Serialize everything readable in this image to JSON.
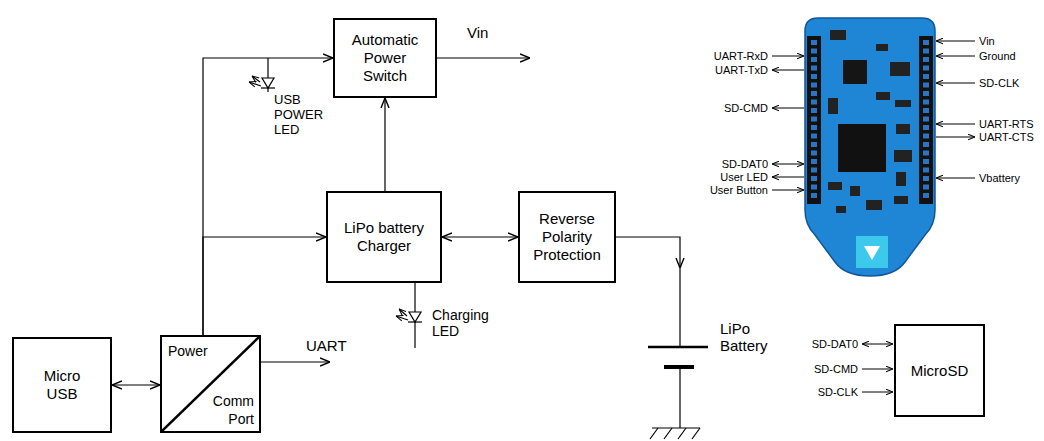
{
  "diagram": {
    "nodes": [
      {
        "text": [
          "Automatic Power Switch"
        ]
      },
      {
        "text": [
          "LiPo battery Charger"
        ]
      },
      {
        "text": [
          "Reverse Polarity Protection"
        ]
      },
      {
        "text": [
          "Micro USB"
        ]
      },
      {
        "text": [
          "Power",
          "Comm Port"
        ]
      },
      {
        "text": [
          "MicroSD"
        ]
      }
    ],
    "edges": [
      {
        "from": 3,
        "to": 4,
        "arrow": "both"
      },
      {
        "from": 4,
        "to": 0,
        "arrow": "to"
      },
      {
        "from": 4,
        "to": 1,
        "arrow": "to"
      },
      {
        "from": 1,
        "to": 0,
        "arrow": "to"
      },
      {
        "from": 1,
        "to": 2,
        "arrow": "both"
      }
    ],
    "labels": [
      "Vin",
      "USB POWER LED",
      "UART",
      "Charging LED",
      "LiPo Battery",
      "UART-RxD",
      "UART-TxD",
      "SD-CMD",
      "SD-DAT0",
      "User LED",
      "User Button",
      "Vin",
      "Ground",
      "SD-CLK",
      "UART-RTS",
      "UART-CTS",
      "Vbattery",
      "SD-DAT0",
      "SD-CMD",
      "SD-CLK"
    ]
  }
}
